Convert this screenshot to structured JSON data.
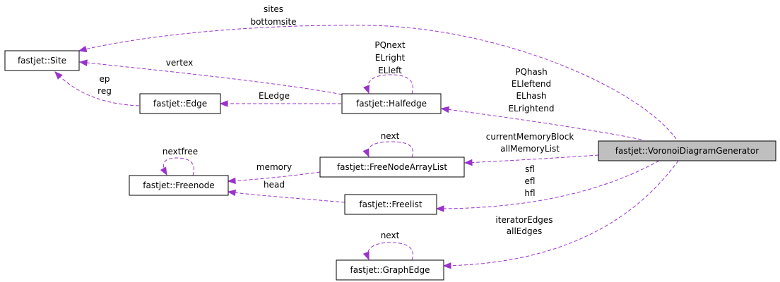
{
  "nodes": {
    "site": "fastjet::Site",
    "edge": "fastjet::Edge",
    "halfedge": "fastjet::Halfedge",
    "freenode": "fastjet::Freenode",
    "freenode_array_list": "fastjet::FreeNodeArrayList",
    "freelist": "fastjet::Freelist",
    "graph_edge": "fastjet::GraphEdge",
    "voronoi": "fastjet::VoronoiDiagramGenerator"
  },
  "edges": {
    "voronoi_site": [
      "sites",
      "bottomsite"
    ],
    "halfedge_site": [
      "vertex"
    ],
    "edge_site": [
      "ep",
      "reg"
    ],
    "halfedge_self": [
      "PQnext",
      "ELright",
      "ELleft"
    ],
    "halfedge_edge": [
      "ELedge"
    ],
    "voronoi_halfedge": [
      "PQhash",
      "ELleftend",
      "ELhash",
      "ELrightend"
    ],
    "fnal_self": [
      "next"
    ],
    "voronoi_fnal": [
      "currentMemoryBlock",
      "allMemoryList"
    ],
    "freenode_self": [
      "nextfree"
    ],
    "fnal_freenode": [
      "memory"
    ],
    "freelist_freenode": [
      "head"
    ],
    "voronoi_freelist": [
      "sfl",
      "efl",
      "hfl"
    ],
    "graphedge_self": [
      "next"
    ],
    "voronoi_graphedge": [
      "iteratorEdges",
      "allEdges"
    ]
  },
  "colors": {
    "edge": "#9a32cd",
    "highlight_fill": "#bfbfbf"
  }
}
